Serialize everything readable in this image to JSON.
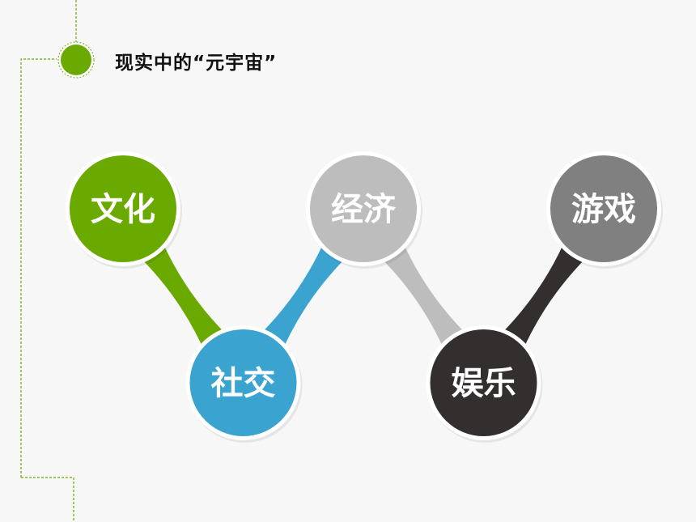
{
  "title": "现实中的“元宇宙”",
  "colors": {
    "background": "#f7f7f7",
    "accent_green": "#6aaa00",
    "frame_line": "#6aaa00",
    "node_ring": "#ffffff"
  },
  "nodes": [
    {
      "id": "culture",
      "label": "文化",
      "color": "#6aaa00",
      "row": "top"
    },
    {
      "id": "social",
      "label": "社交",
      "color": "#3aa3d0",
      "row": "bottom"
    },
    {
      "id": "economy",
      "label": "经济",
      "color": "#bdbdbd",
      "row": "top"
    },
    {
      "id": "entertainment",
      "label": "娱乐",
      "color": "#332f2e",
      "row": "bottom"
    },
    {
      "id": "game",
      "label": "游戏",
      "color": "#808080",
      "row": "top"
    }
  ]
}
